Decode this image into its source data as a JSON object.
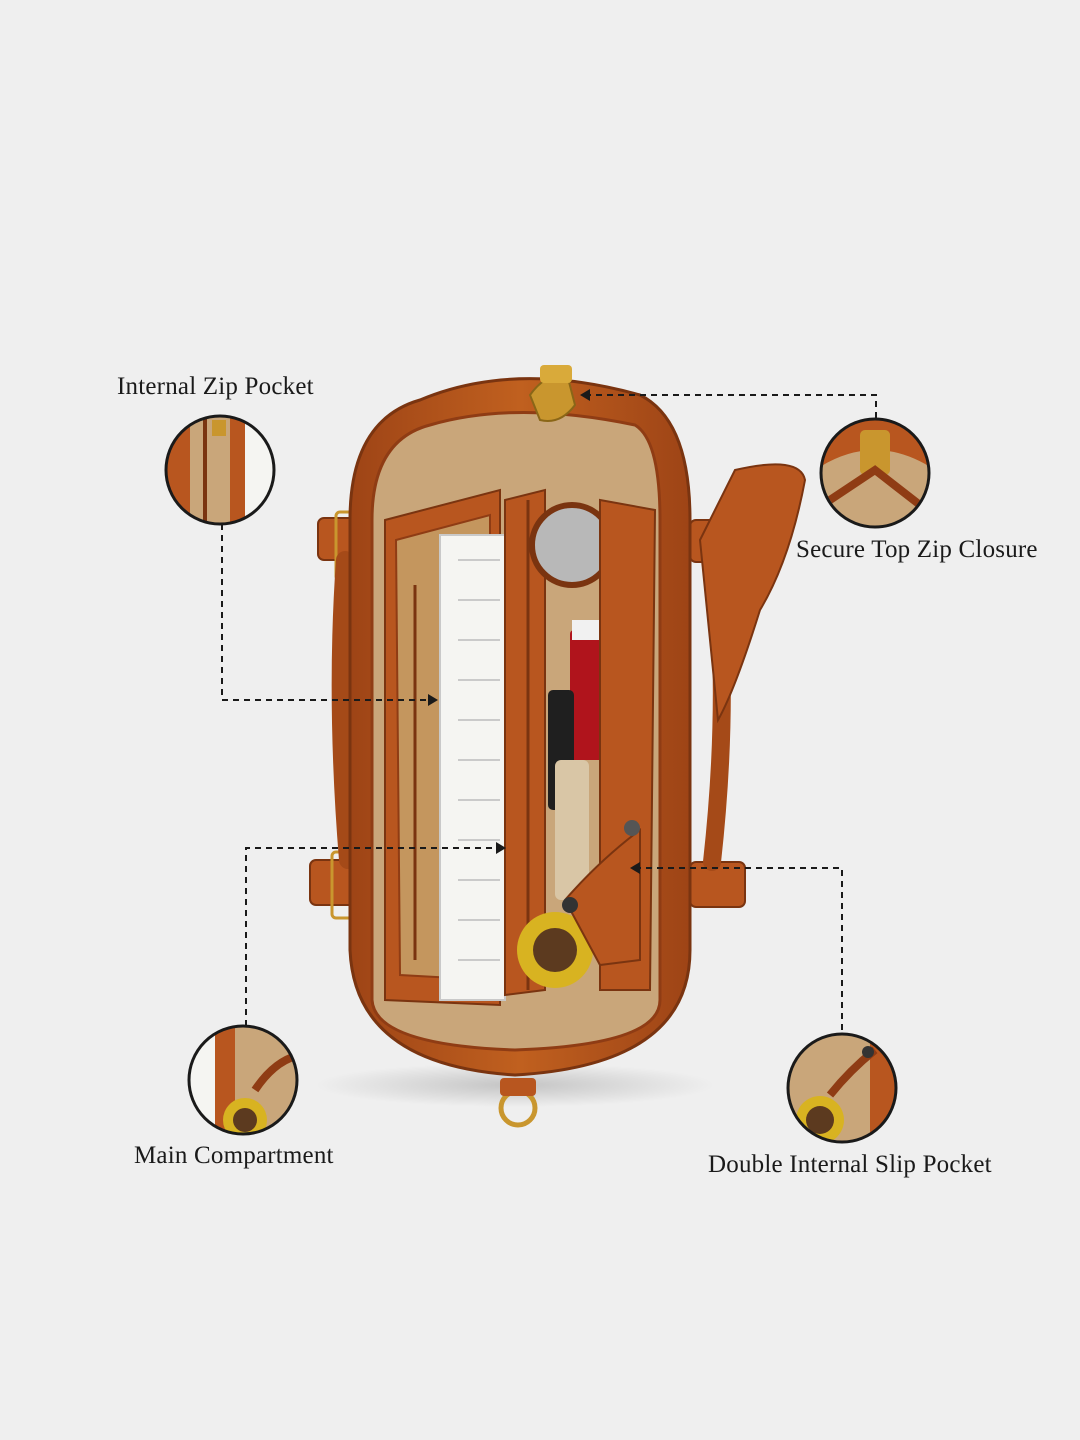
{
  "callouts": {
    "internal_zip_pocket": {
      "label": "Internal Zip Pocket"
    },
    "secure_top_zip": {
      "label": "Secure Top Zip Closure"
    },
    "main_compartment": {
      "label": "Main Compartment"
    },
    "double_slip_pocket": {
      "label": "Double Internal Slip Pocket"
    }
  },
  "colors": {
    "background": "#efefef",
    "leather": "#b8561f",
    "leather_dark": "#8f3c14",
    "lining": "#c9a67a",
    "gold_hardware": "#c9962e",
    "leader_line": "#1a1a1a"
  }
}
